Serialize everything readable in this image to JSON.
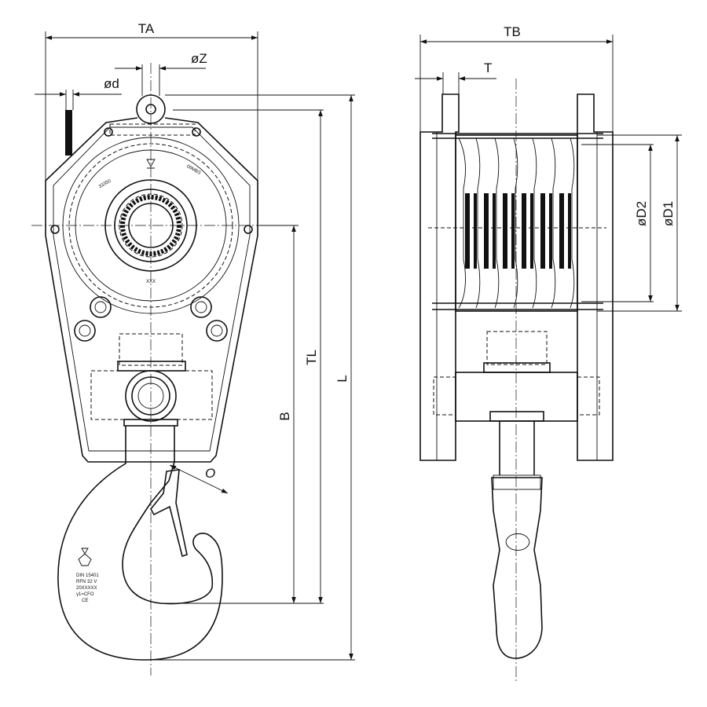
{
  "dimensions": {
    "TA": "TA",
    "TB": "TB",
    "Z": "øZ",
    "d": "ød",
    "T": "T",
    "TL": "TL",
    "L": "L",
    "B": "B",
    "O": "O",
    "D1": "øD1",
    "D2": "øD2"
  },
  "markings": {
    "front_code_left": "33350",
    "front_code_right": "09MBS",
    "front_xxx": "XXX",
    "hook_plate": [
      "DIN 15401",
      "RFN 32 V",
      "20XXXXX",
      "γ1=CFO",
      "CE"
    ]
  }
}
